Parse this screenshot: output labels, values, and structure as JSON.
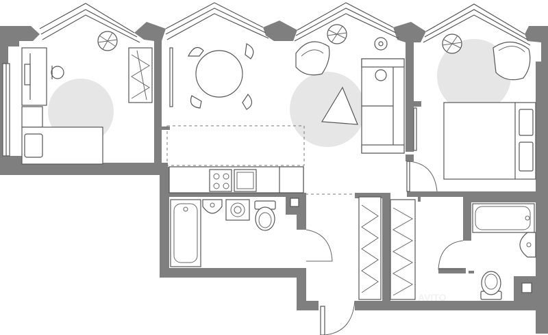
{
  "floorplan": {
    "rooms": [
      "bedroom",
      "living-room",
      "master-bedroom",
      "bathroom",
      "kitchen",
      "wc-bathroom",
      "hallway"
    ],
    "furniture": [
      "desk",
      "desk-chair",
      "single-bed",
      "wardrobe",
      "dining-table",
      "dining-chairs",
      "armchair",
      "sofa",
      "coffee-table",
      "double-bed",
      "kitchen-counter",
      "cooktop",
      "sink",
      "bathtub",
      "washbasin",
      "washing-machine",
      "toilet",
      "plants"
    ],
    "colors": {
      "wall": "#7f7f7f",
      "zone": "#e6e6e6",
      "line": "#555555"
    },
    "watermark": "AVITO"
  }
}
